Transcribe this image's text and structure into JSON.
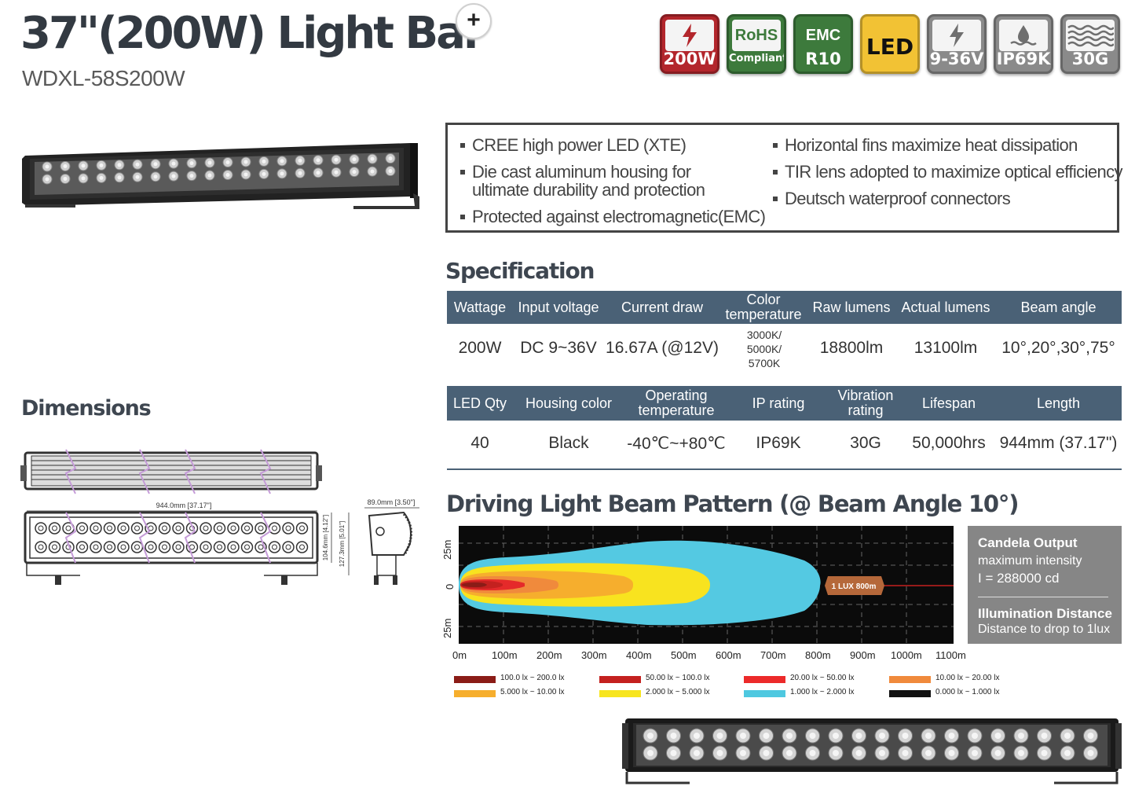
{
  "header": {
    "title": "37\"(200W) Light Bar",
    "model": "WDXL-58S200W",
    "plus_symbol": "+"
  },
  "badges": [
    {
      "icon": "lightning-icon",
      "top": "",
      "bottom": "200W",
      "color": "#b3262c"
    },
    {
      "icon": "rohs-icon",
      "top": "RoHS",
      "bottom": "Compliant",
      "color": "#3d7a3c"
    },
    {
      "icon": "emc-icon",
      "top": "EMC",
      "bottom": "R10",
      "color": "#3d7a3c"
    },
    {
      "icon": "led-icon",
      "top": "LED",
      "bottom": "",
      "color": "#f2c234"
    },
    {
      "icon": "lightning-icon",
      "top": "",
      "bottom": "9-36V",
      "color": "#8a8a8a"
    },
    {
      "icon": "water-drop-icon",
      "top": "",
      "bottom": "IP69K",
      "color": "#8a8a8a"
    },
    {
      "icon": "vibration-icon",
      "top": "",
      "bottom": "30G",
      "color": "#8a8a8a"
    }
  ],
  "features": {
    "left": [
      "CREE high power LED (XTE)",
      "Die cast aluminum housing for ultimate durability and protection",
      "Protected against electromagnetic(EMC)"
    ],
    "right": [
      "Horizontal fins maximize heat dissipation",
      "TIR lens adopted to maximize optical efficiency",
      "Deutsch waterproof connectors"
    ]
  },
  "specification": {
    "heading": "Specification",
    "table1": {
      "headers": [
        "Wattage",
        "Input voltage",
        "Current draw",
        "Color temperature",
        "Raw lumens",
        "Actual lumens",
        "Beam angle"
      ],
      "values": [
        "200W",
        "DC 9~36V",
        "16.67A (@12V)",
        "3000K/ 5000K/ 5700K",
        "18800lm",
        "13100lm",
        "10°,20°,30°,75°"
      ]
    },
    "table2": {
      "headers": [
        "LED Qty",
        "Housing color",
        "Operating temperature",
        "IP rating",
        "Vibration rating",
        "Lifespan",
        "Length"
      ],
      "values": [
        "40",
        "Black",
        "-40℃~+80℃",
        "IP69K",
        "30G",
        "50,000hrs",
        "944mm (37.17\")"
      ]
    }
  },
  "dimensions": {
    "heading": "Dimensions",
    "length_label": "944.0mm [37.17\"]",
    "height_label": "104.6mm [4.12\"]",
    "total_height_label": "127.3mm [5.01\"]",
    "depth_label": "89.0mm [3.50\"]"
  },
  "beam_pattern": {
    "heading": "Driving Light Beam Pattern (@ Beam Angle 10°)",
    "y_labels": [
      "25m",
      "0",
      "25m"
    ],
    "x_labels": [
      "0m",
      "100m",
      "200m",
      "300m",
      "400m",
      "500m",
      "600m",
      "700m",
      "800m",
      "900m",
      "1000m",
      "1100m"
    ],
    "lux_marker": "1 LUX 800m",
    "candela_title": "Candela Output",
    "candela_sub": "maximum intensity",
    "candela_value": "I = 288000 cd",
    "illum_title": "Illumination Distance",
    "illum_sub": "Distance to drop to 1lux",
    "legend": [
      {
        "label": "100.0 lx ~ 200.0 lx",
        "color": "#8b1c17"
      },
      {
        "label": "50.00 lx ~ 100.0 lx",
        "color": "#c4211f"
      },
      {
        "label": "20.00 lx ~ 50.00 lx",
        "color": "#ec2a2a"
      },
      {
        "label": "10.00 lx ~ 20.00 lx",
        "color": "#f08a3c"
      },
      {
        "label": "5.000 lx ~ 10.00 lx",
        "color": "#f6ae2d"
      },
      {
        "label": "2.000 lx ~ 5.000 lx",
        "color": "#f7e51e"
      },
      {
        "label": "1.000 lx ~ 2.000 lx",
        "color": "#4ec8e0"
      },
      {
        "label": "0.000 lx ~ 1.000 lx",
        "color": "#111111"
      }
    ]
  }
}
